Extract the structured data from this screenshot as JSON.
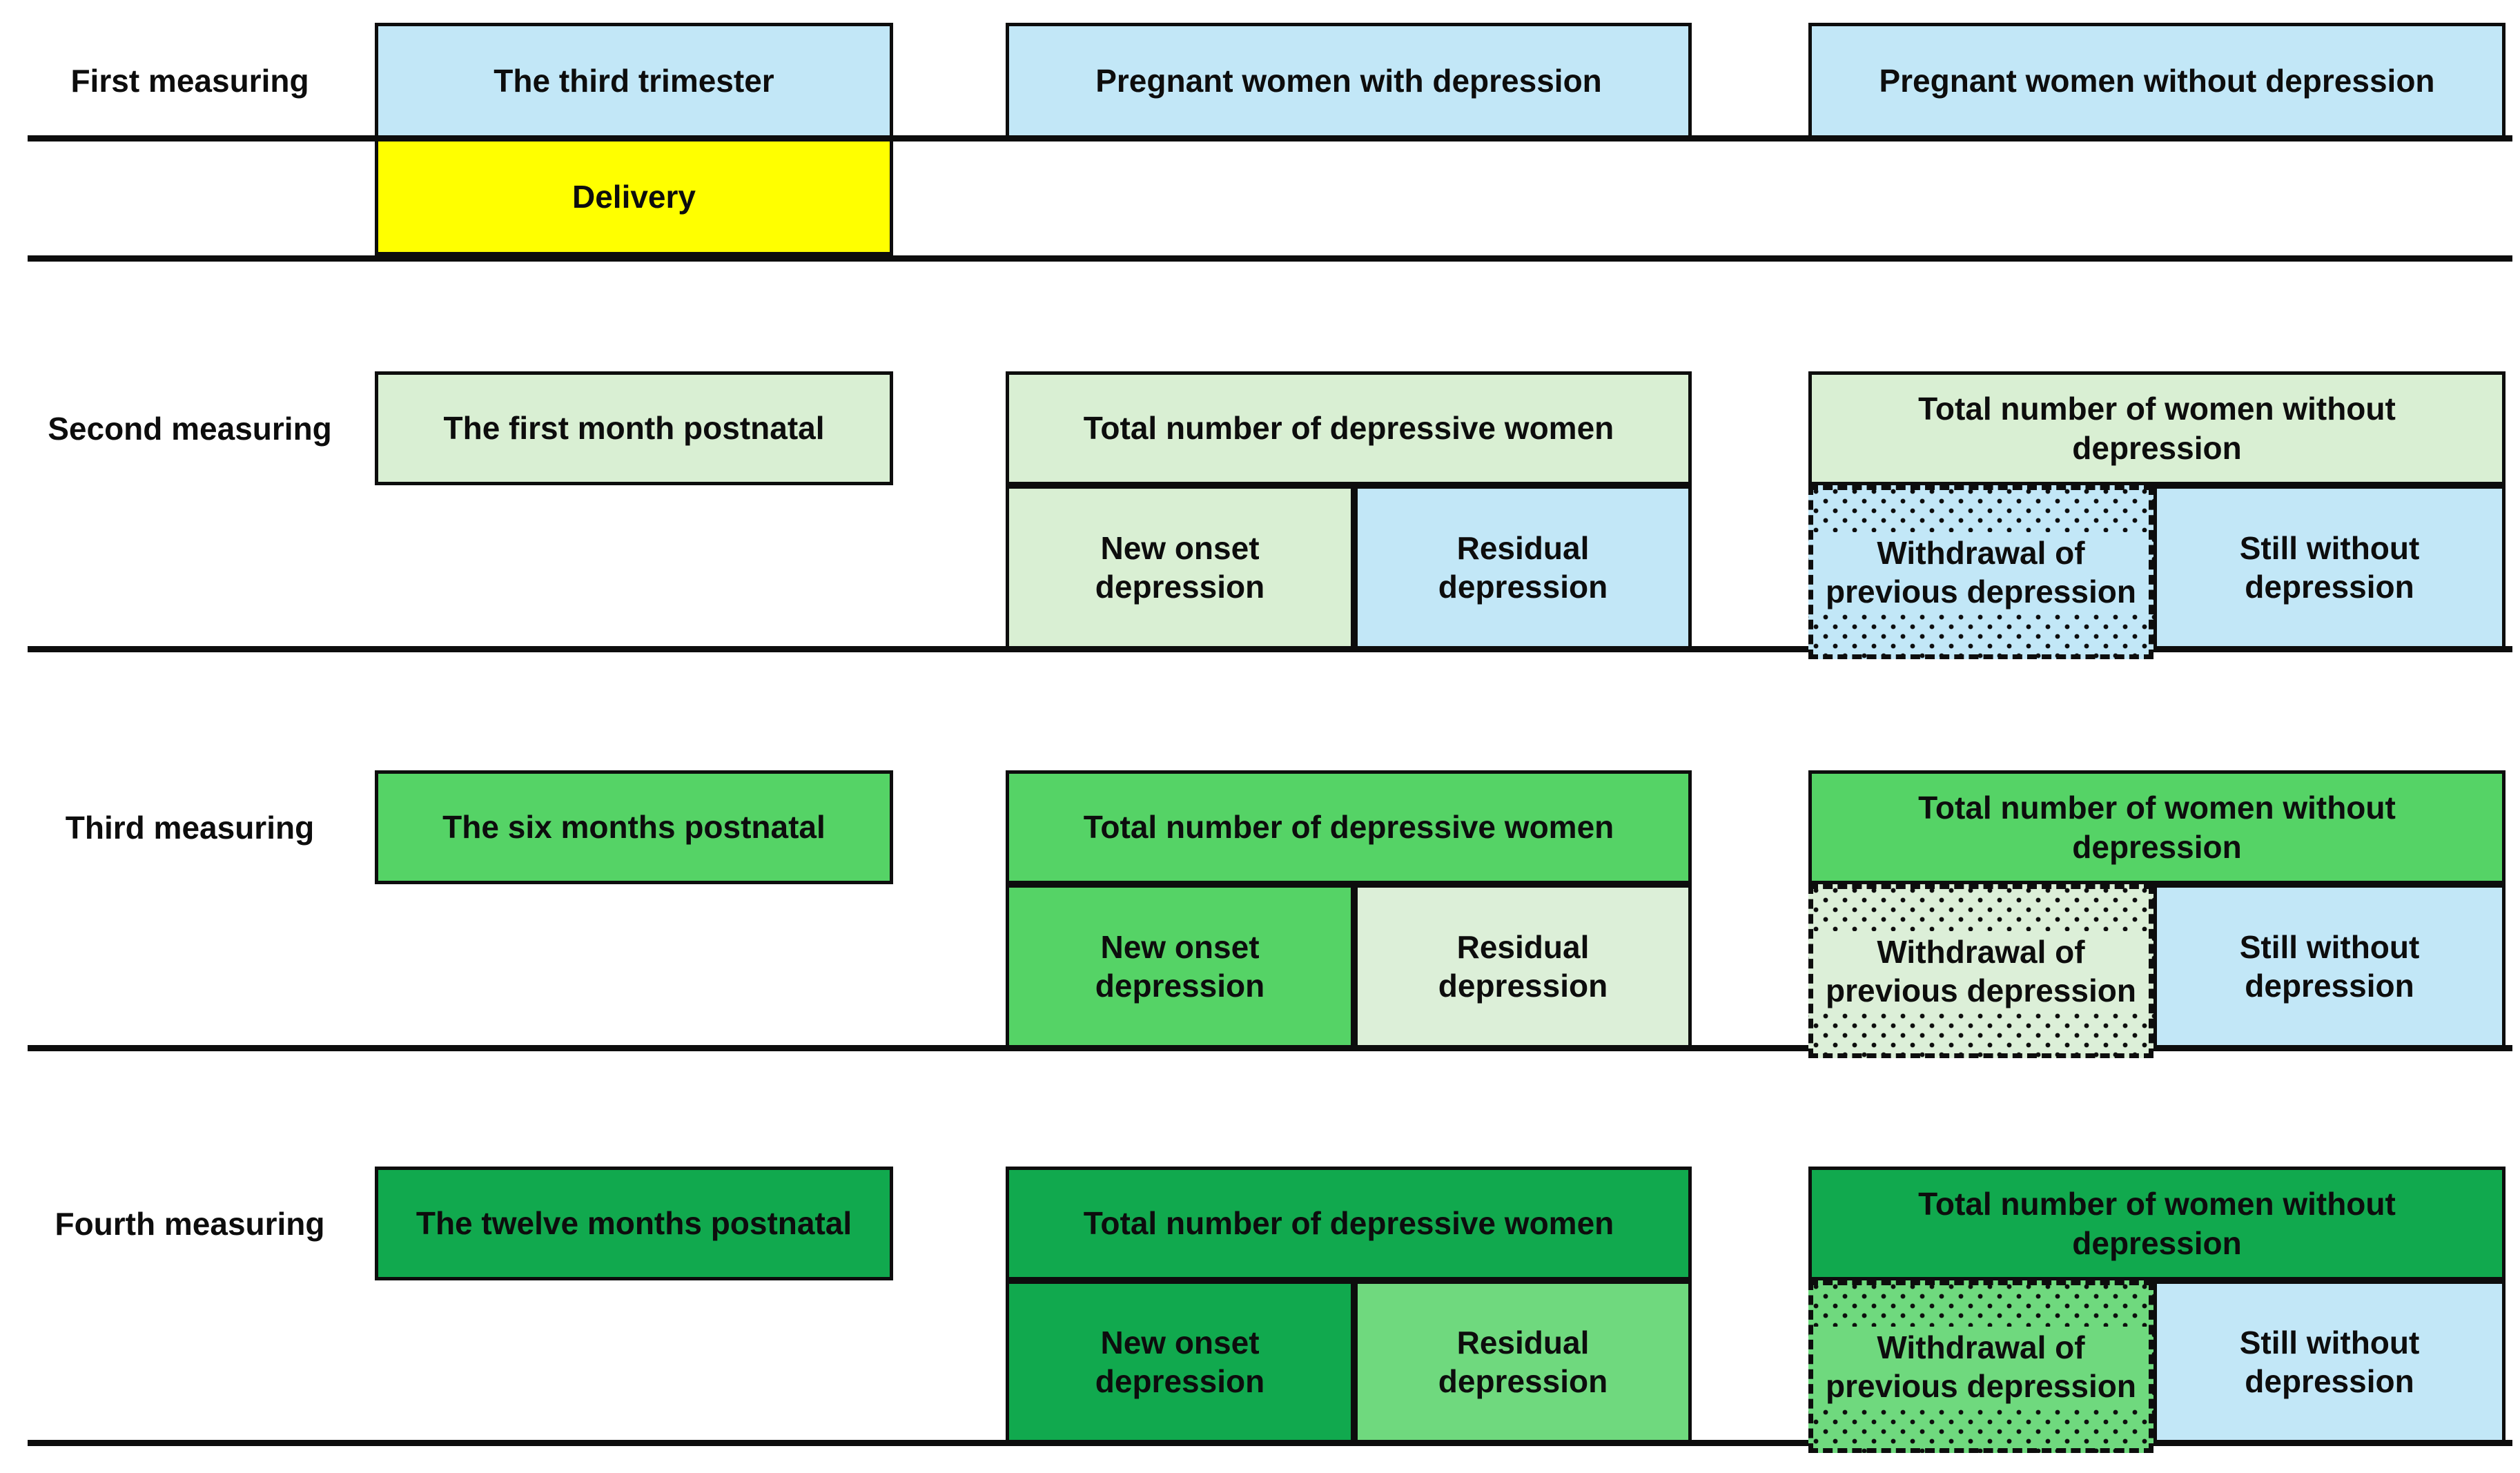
{
  "colors": {
    "page_bg": "#ffffff",
    "text_black": "#0d0d0d",
    "border_black": "#0d0d0d",
    "line_black": "#0d0d0d",
    "light_blue": "#c2e7f7",
    "yellow": "#ffff00",
    "light_green": "#d9efd3",
    "pale_green": "#dcefd8",
    "medium_green": "#55d366",
    "mid_light_green": "#6fd97e",
    "dark_green": "#11a94e"
  },
  "rows": {
    "first": {
      "label": "First measuring",
      "period": "The third trimester",
      "depressed": "Pregnant women with depression",
      "not_depressed": "Pregnant women without depression"
    },
    "delivery": "Delivery",
    "second": {
      "label": "Second measuring",
      "period": "The first month postnatal",
      "depressed_total": "Total number of depressive women",
      "new_onset": "New onset depression",
      "residual": "Residual depression",
      "not_depressed_total": "Total number of women without depression",
      "withdrawal": "Withdrawal of previous depression",
      "still_without": "Still without depression"
    },
    "third": {
      "label": "Third measuring",
      "period": "The six months postnatal",
      "depressed_total": "Total number of depressive women",
      "new_onset": "New onset depression",
      "residual": "Residual depression",
      "not_depressed_total": "Total number of women without depression",
      "withdrawal": "Withdrawal of previous depression",
      "still_without": "Still without depression"
    },
    "fourth": {
      "label": "Fourth measuring",
      "period": "The twelve months postnatal",
      "depressed_total": "Total number of depressive women",
      "new_onset": "New onset depression",
      "residual": "Residual depression",
      "not_depressed_total": "Total number of women without depression",
      "withdrawal": "Withdrawal of previous depression",
      "still_without": "Still without depression"
    }
  }
}
